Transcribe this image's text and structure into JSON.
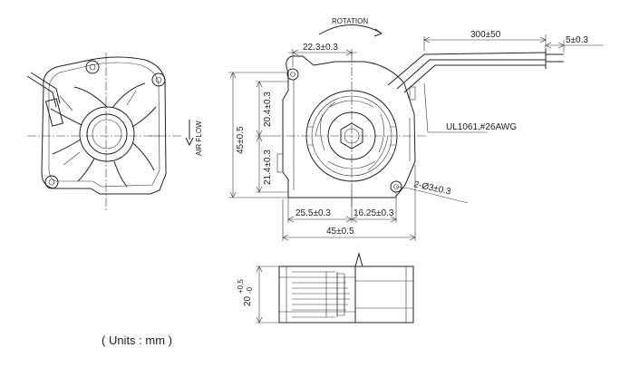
{
  "drawing": {
    "rotation_label": "ROTATION",
    "airflow_label": "AIR FLOW",
    "cable_spec": "UL1061,#26AWG",
    "dims": {
      "top_offset": "22.3±0.3",
      "cable_length": "300±50",
      "strip_length": "5±0.3",
      "height_total": "45±0.5",
      "upper_height": "20.4±0.3",
      "lower_height": "21.4±0.3",
      "hole_spec": "2-Ø3±0.3",
      "bottom_left": "25.5±0.3",
      "bottom_right": "16.25±0.3",
      "width_total": "45±0.5",
      "thickness_main": "20",
      "thickness_tol_upper": "+0.5",
      "thickness_tol_lower": "-0"
    },
    "units_note": "( Units : mm )"
  }
}
